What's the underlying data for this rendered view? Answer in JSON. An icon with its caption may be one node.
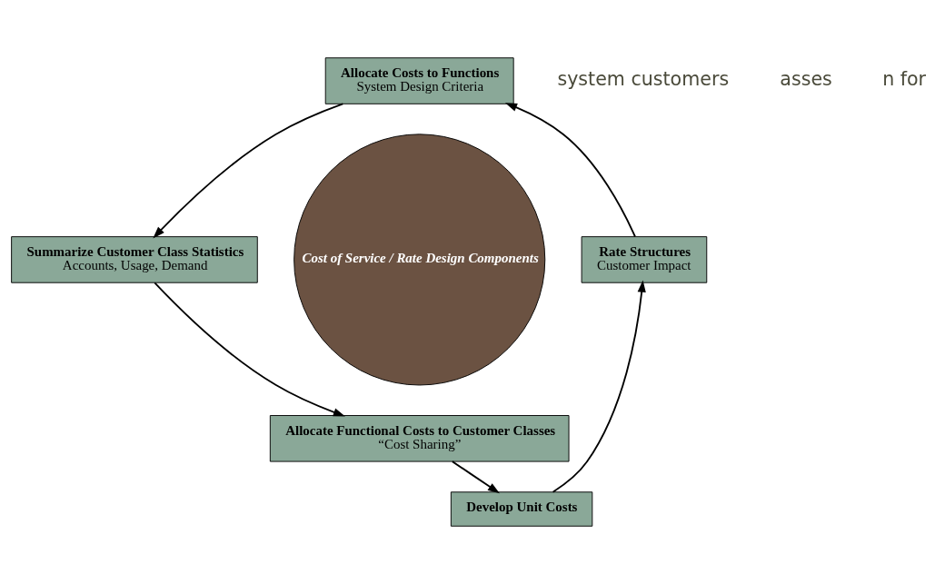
{
  "diagram": {
    "nodes": [
      {
        "text": [
          "Allocate Costs to Functions",
          "System Design Criteria"
        ]
      },
      {
        "text": [
          "Rate Structures",
          "Customer Impact"
        ]
      },
      {
        "text": [
          "Summarize Customer Class Statistics",
          "Accounts, Usage, Demand"
        ]
      },
      {
        "text": [
          "Cost of Service / Rate Design Components"
        ]
      },
      {
        "text": [
          "Develop Unit Costs"
        ]
      },
      {
        "text": [
          "Allocate Functional Costs to Customer Classes",
          "“Cost Sharing”"
        ]
      }
    ],
    "edges": [
      {
        "from": 0,
        "to": 2,
        "arrow": "to"
      },
      {
        "from": 2,
        "to": 5,
        "arrow": "to"
      },
      {
        "from": 5,
        "to": 4,
        "arrow": "to"
      },
      {
        "from": 4,
        "to": 1,
        "arrow": "to"
      },
      {
        "from": 1,
        "to": 0,
        "arrow": "to"
      }
    ],
    "labels": [
      "system customers",
      "asses",
      "n for"
    ]
  }
}
